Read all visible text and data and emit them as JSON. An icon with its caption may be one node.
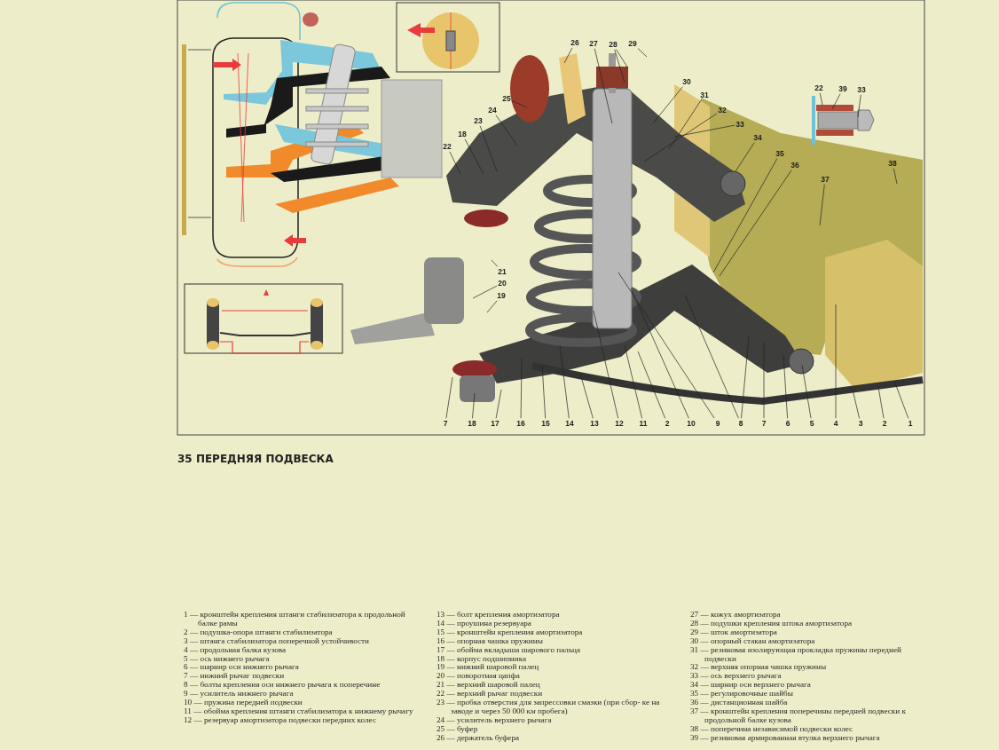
{
  "diagram": {
    "title": "35 ПЕРЕДНЯЯ ПОДВЕСКА",
    "nodes": [
      {
        "text": [
          "22"
        ]
      },
      {
        "text": [
          "18"
        ]
      },
      {
        "text": [
          "23"
        ]
      },
      {
        "text": [
          "24"
        ]
      },
      {
        "text": [
          "25"
        ]
      },
      {
        "text": [
          "26"
        ]
      },
      {
        "text": [
          "27"
        ]
      },
      {
        "text": [
          "28"
        ]
      },
      {
        "text": [
          "29"
        ]
      },
      {
        "text": [
          "30"
        ]
      },
      {
        "text": [
          "31"
        ]
      },
      {
        "text": [
          "32"
        ]
      },
      {
        "text": [
          "33"
        ]
      },
      {
        "text": [
          "34"
        ]
      },
      {
        "text": [
          "22"
        ]
      },
      {
        "text": [
          "39"
        ]
      },
      {
        "text": [
          "33"
        ]
      },
      {
        "text": [
          "35"
        ]
      },
      {
        "text": [
          "36"
        ]
      },
      {
        "text": [
          "38"
        ]
      },
      {
        "text": [
          "37"
        ]
      },
      {
        "text": [
          "21"
        ]
      },
      {
        "text": [
          "20"
        ]
      },
      {
        "text": [
          "19"
        ]
      },
      {
        "text": [
          "7"
        ]
      },
      {
        "text": [
          "18"
        ]
      },
      {
        "text": [
          "17"
        ]
      },
      {
        "text": [
          "16"
        ]
      },
      {
        "text": [
          "15"
        ]
      },
      {
        "text": [
          "14"
        ]
      },
      {
        "text": [
          "13"
        ]
      },
      {
        "text": [
          "12"
        ]
      },
      {
        "text": [
          "11"
        ]
      },
      {
        "text": [
          "2"
        ]
      },
      {
        "text": [
          "10"
        ]
      },
      {
        "text": [
          "9"
        ]
      },
      {
        "text": [
          "8"
        ]
      },
      {
        "text": [
          "7"
        ]
      },
      {
        "text": [
          "6"
        ]
      },
      {
        "text": [
          "5"
        ]
      },
      {
        "text": [
          "4"
        ]
      },
      {
        "text": [
          "3"
        ]
      },
      {
        "text": [
          "2"
        ]
      },
      {
        "text": [
          "1"
        ]
      }
    ],
    "edges": [
      {
        "from": 0,
        "to": null,
        "arrow": "none"
      },
      {
        "from": 1,
        "to": null,
        "arrow": "none"
      },
      {
        "from": 2,
        "to": null,
        "arrow": "none"
      },
      {
        "from": 3,
        "to": null,
        "arrow": "none"
      },
      {
        "from": 4,
        "to": null,
        "arrow": "none"
      },
      {
        "from": 5,
        "to": null,
        "arrow": "none"
      },
      {
        "from": 6,
        "to": null,
        "arrow": "none"
      },
      {
        "from": 7,
        "to": null,
        "arrow": "none"
      },
      {
        "from": 7,
        "to": null,
        "arrow": "none"
      },
      {
        "from": 8,
        "to": null,
        "arrow": "none"
      },
      {
        "from": 9,
        "to": null,
        "arrow": "none"
      },
      {
        "from": 10,
        "to": null,
        "arrow": "none"
      },
      {
        "from": 11,
        "to": null,
        "arrow": "none"
      },
      {
        "from": 12,
        "to": null,
        "arrow": "none"
      },
      {
        "from": 13,
        "to": null,
        "arrow": "none"
      },
      {
        "from": 14,
        "to": null,
        "arrow": "none"
      },
      {
        "from": 15,
        "to": null,
        "arrow": "none"
      },
      {
        "from": 16,
        "to": null,
        "arrow": "none"
      },
      {
        "from": 17,
        "to": null,
        "arrow": "none"
      },
      {
        "from": 18,
        "to": null,
        "arrow": "none"
      },
      {
        "from": 19,
        "to": null,
        "arrow": "none"
      },
      {
        "from": 20,
        "to": null,
        "arrow": "none"
      },
      {
        "from": 21,
        "to": null,
        "arrow": "none"
      },
      {
        "from": 22,
        "to": null,
        "arrow": "none"
      },
      {
        "from": 23,
        "to": null,
        "arrow": "none"
      },
      {
        "from": 24,
        "to": null,
        "arrow": "none"
      },
      {
        "from": 25,
        "to": null,
        "arrow": "none"
      },
      {
        "from": 26,
        "to": null,
        "arrow": "none"
      },
      {
        "from": 27,
        "to": null,
        "arrow": "none"
      },
      {
        "from": 28,
        "to": null,
        "arrow": "none"
      },
      {
        "from": 29,
        "to": null,
        "arrow": "none"
      },
      {
        "from": 30,
        "to": null,
        "arrow": "none"
      },
      {
        "from": 31,
        "to": null,
        "arrow": "none"
      },
      {
        "from": 32,
        "to": null,
        "arrow": "none"
      },
      {
        "from": 33,
        "to": null,
        "arrow": "none"
      },
      {
        "from": 34,
        "to": null,
        "arrow": "none"
      },
      {
        "from": 35,
        "to": null,
        "arrow": "none"
      },
      {
        "from": 36,
        "to": null,
        "arrow": "none"
      },
      {
        "from": 36,
        "to": null,
        "arrow": "none"
      },
      {
        "from": 37,
        "to": null,
        "arrow": "none"
      },
      {
        "from": 38,
        "to": null,
        "arrow": "none"
      },
      {
        "from": 39,
        "to": null,
        "arrow": "none"
      },
      {
        "from": 40,
        "to": null,
        "arrow": "none"
      },
      {
        "from": 41,
        "to": null,
        "arrow": "none"
      },
      {
        "from": 42,
        "to": null,
        "arrow": "none"
      },
      {
        "from": 43,
        "to": null,
        "arrow": "none"
      }
    ],
    "labels": [
      "1 — кронштейн крепления штанги стабилизатора к продольной балке рамы",
      "2 — подушка-опора штанги стабилизатора",
      "3 — штанга стабилизатора поперечной устойчивости",
      "4 — продольная балка кузова",
      "5 — ось нижнего рычага",
      "6 — шарнир оси нижнего рычага",
      "7 — нижний рычаг подвески",
      "8 — болты крепления оси нижнего рычага к поперечине",
      "9 — усилитель нижнего рычага",
      "10 — пружина передней подвески",
      "11 — обойма крепления штанги стабилизатора к нижнему рычагу",
      "12 — резервуар амортизатора подвески передних колес",
      "13 — болт крепления амортизатора",
      "14 — проушина резервуара",
      "15 — кронштейн крепления амортизатора",
      "16 — опорная чашка пружины",
      "17 — обойма вкладыша шарового пальца",
      "18 — корпус подшипника",
      "19 — нижний шаровой палец",
      "20 — поворотная цапфа",
      "21 — верхний шаровой палец",
      "22 — верхний рычаг подвески",
      "23 — пробка отверстия для запрессовки смазки (при сбор- ке на заводе и через 50 000 *км* пробега)",
      "24 — усилитель верхнего рычага",
      "25 — буфер",
      "26 — держатель буфера",
      "27 — кожух амортизатора",
      "28 — подушки крепления штока амортизатора",
      "29 — шток амортизатора",
      "30 — опорный стакан амортизатора",
      "31 — резиновая изолирующая прокладка пружины передней подвески",
      "32 — верхняя опорная чашка пружины",
      "33 — ось верхнего рычага",
      "34 — шарнир оси верхнего рычага",
      "35 — регулировочные шайбы",
      "36 — дистанционная шайба",
      "37 — кронштейн крепления поперечины передней подвески к продольной балке кузова",
      "38 — поперечина независимой подвески колес",
      "39 — резиновая армированная втулка верхнего рычага"
    ]
  }
}
